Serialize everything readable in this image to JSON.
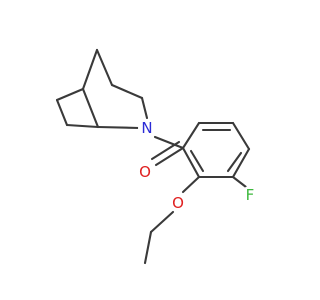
{
  "molecule": {
    "atoms": {
      "nitrogen": {
        "label": "N",
        "color": "#2b2bd6"
      },
      "oxygen_carbonyl": {
        "label": "O",
        "color": "#e02020"
      },
      "oxygen_ether": {
        "label": "O",
        "color": "#e02020"
      },
      "fluorine": {
        "label": "F",
        "color": "#3cb83c"
      }
    },
    "bond_color": "#3a3a3a",
    "background": "#ffffff"
  }
}
